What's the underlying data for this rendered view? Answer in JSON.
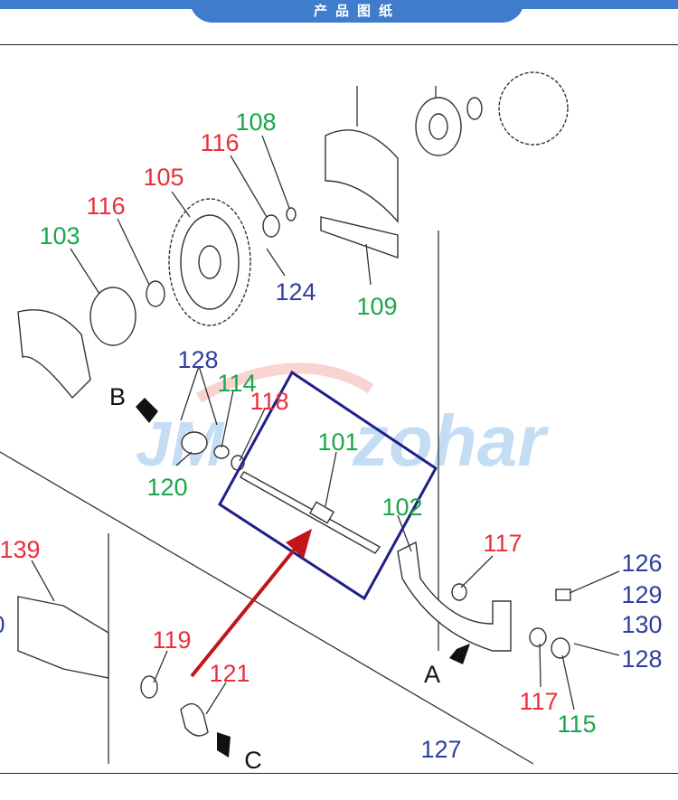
{
  "header": {
    "title": "产品图纸"
  },
  "watermark": {
    "brand": "JM",
    "name": "zohar"
  },
  "diagram": {
    "colors": {
      "red": "#e8303a",
      "green": "#1aa64a",
      "blue": "#2f3f9f",
      "highlight_box": "#1f1f8a",
      "arrow": "#c0151a"
    },
    "labels": [
      {
        "text": "108"
      },
      {
        "text": "116"
      },
      {
        "text": "105"
      },
      {
        "text": "116"
      },
      {
        "text": "103"
      },
      {
        "text": "124"
      },
      {
        "text": "109"
      },
      {
        "text": "128"
      },
      {
        "text": "114"
      },
      {
        "text": "118"
      },
      {
        "text": "B"
      },
      {
        "text": "101"
      },
      {
        "text": "120"
      },
      {
        "text": "102"
      },
      {
        "text": "117"
      },
      {
        "text": "139"
      },
      {
        "text": "126"
      },
      {
        "text": "129"
      },
      {
        "text": "130"
      },
      {
        "text": "119"
      },
      {
        "text": "128"
      },
      {
        "text": "121"
      },
      {
        "text": "A"
      },
      {
        "text": "117"
      },
      {
        "text": "115"
      },
      {
        "text": "127"
      },
      {
        "text": "0"
      },
      {
        "text": "C"
      }
    ]
  }
}
